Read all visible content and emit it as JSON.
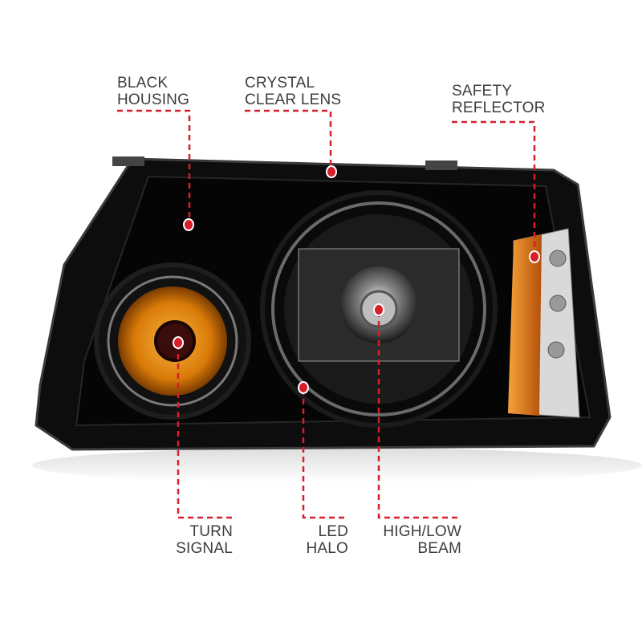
{
  "colors": {
    "callout_line": "#d61f2b",
    "label_text": "#3d3d3d",
    "housing": "#0d0d0d",
    "amber": "#e38a10"
  },
  "callouts": {
    "black_housing": {
      "line1": "BLACK",
      "line2": "HOUSING"
    },
    "crystal_clear_lens": {
      "line1": "CRYSTAL",
      "line2": "CLEAR LENS"
    },
    "safety_reflector": {
      "line1": "SAFETY",
      "line2": "REFLECTOR"
    },
    "turn_signal": {
      "line1": "TURN",
      "line2": "SIGNAL"
    },
    "led_halo": {
      "line1": "LED",
      "line2": "HALO"
    },
    "high_low_beam": {
      "line1": "HIGH/LOW",
      "line2": "BEAM"
    }
  }
}
